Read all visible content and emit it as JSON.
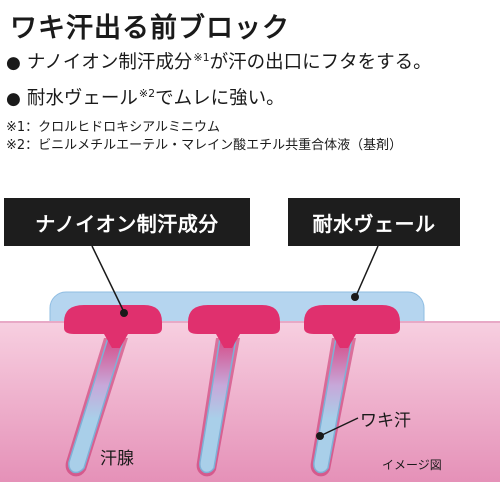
{
  "title": "ワキ汗出る前ブロック",
  "bullets": [
    {
      "dot": "●",
      "text_before": "ナノイオン制汗成分",
      "sup": "※1",
      "text_after": "が汗の出口にフタをする。"
    },
    {
      "dot": "●",
      "text_before": "耐水ヴェール",
      "sup": "※2",
      "text_after": "でムレに強い。"
    }
  ],
  "notes": [
    "※1：クロルヒドロキシアルミニウム",
    "※2：ビニルメチルエーテル・マレイン酸エチル共重合体液（基剤）"
  ],
  "diagram": {
    "label_ingredient": "ナノイオン制汗成分",
    "label_veil": "耐水ヴェール",
    "label_sweat": "ワキ汗",
    "label_gland": "汗腺",
    "label_image": "イメージ図",
    "colors": {
      "skin_top": "#f7cfe0",
      "skin_bottom": "#e591b8",
      "veil": "#b5d5ef",
      "ingredient": "#e0306e",
      "duct": "#a9cfe9"
    }
  }
}
